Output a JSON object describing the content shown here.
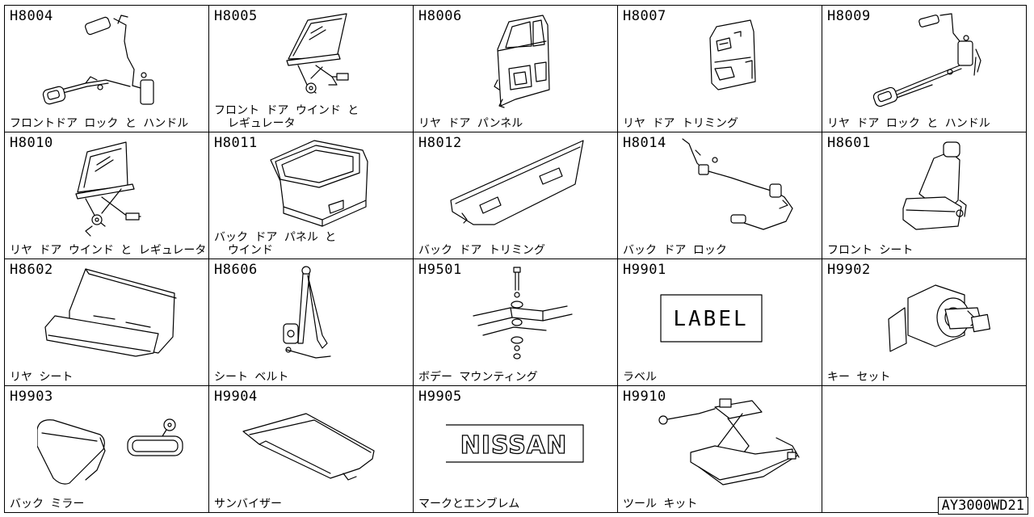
{
  "catalog": {
    "cells": [
      {
        "code": "H8004",
        "name": "フロントドア ロック と ハンドル",
        "icon": "door-lock-handle-icon"
      },
      {
        "code": "H8005",
        "name": "フロント ドア ウインド と\n  レギュレータ",
        "icon": "window-regulator-icon"
      },
      {
        "code": "H8006",
        "name": "リヤ ドア パンネル",
        "icon": "door-panel-icon"
      },
      {
        "code": "H8007",
        "name": "リヤ ドア トリミング",
        "icon": "door-trim-icon"
      },
      {
        "code": "H8009",
        "name": "リヤ ドア ロック と ハンドル",
        "icon": "door-lock-handle-icon"
      },
      {
        "code": "H8010",
        "name": "リヤ ドア ウインド と レギュレータ",
        "icon": "window-regulator-icon"
      },
      {
        "code": "H8011",
        "name": "バック ドア パネル と\n  ウインド",
        "icon": "back-door-panel-icon"
      },
      {
        "code": "H8012",
        "name": "バック ドア トリミング",
        "icon": "back-door-trim-icon"
      },
      {
        "code": "H8014",
        "name": "バック ドア ロック",
        "icon": "back-door-lock-icon"
      },
      {
        "code": "H8601",
        "name": "フロント シート",
        "icon": "front-seat-icon"
      },
      {
        "code": "H8602",
        "name": "リヤ シート",
        "icon": "rear-seat-icon"
      },
      {
        "code": "H8606",
        "name": "シート ベルト",
        "icon": "seat-belt-icon"
      },
      {
        "code": "H9501",
        "name": "ボデー マウンティング",
        "icon": "body-mounting-icon"
      },
      {
        "code": "H9901",
        "name": "ラベル",
        "icon": "label-icon"
      },
      {
        "code": "H9902",
        "name": "キー セット",
        "icon": "key-set-icon"
      },
      {
        "code": "H9903",
        "name": "バック ミラー",
        "icon": "mirror-icon"
      },
      {
        "code": "H9904",
        "name": "サンバイザー",
        "icon": "sun-visor-icon"
      },
      {
        "code": "H9905",
        "name": "マークとエンブレム",
        "icon": "emblem-icon"
      },
      {
        "code": "H9910",
        "name": "ツール キット",
        "icon": "jack-tool-icon"
      }
    ],
    "label_text": "LABEL",
    "emblem_text": "NISSAN",
    "drawing_ref": "AY3000WD21"
  }
}
